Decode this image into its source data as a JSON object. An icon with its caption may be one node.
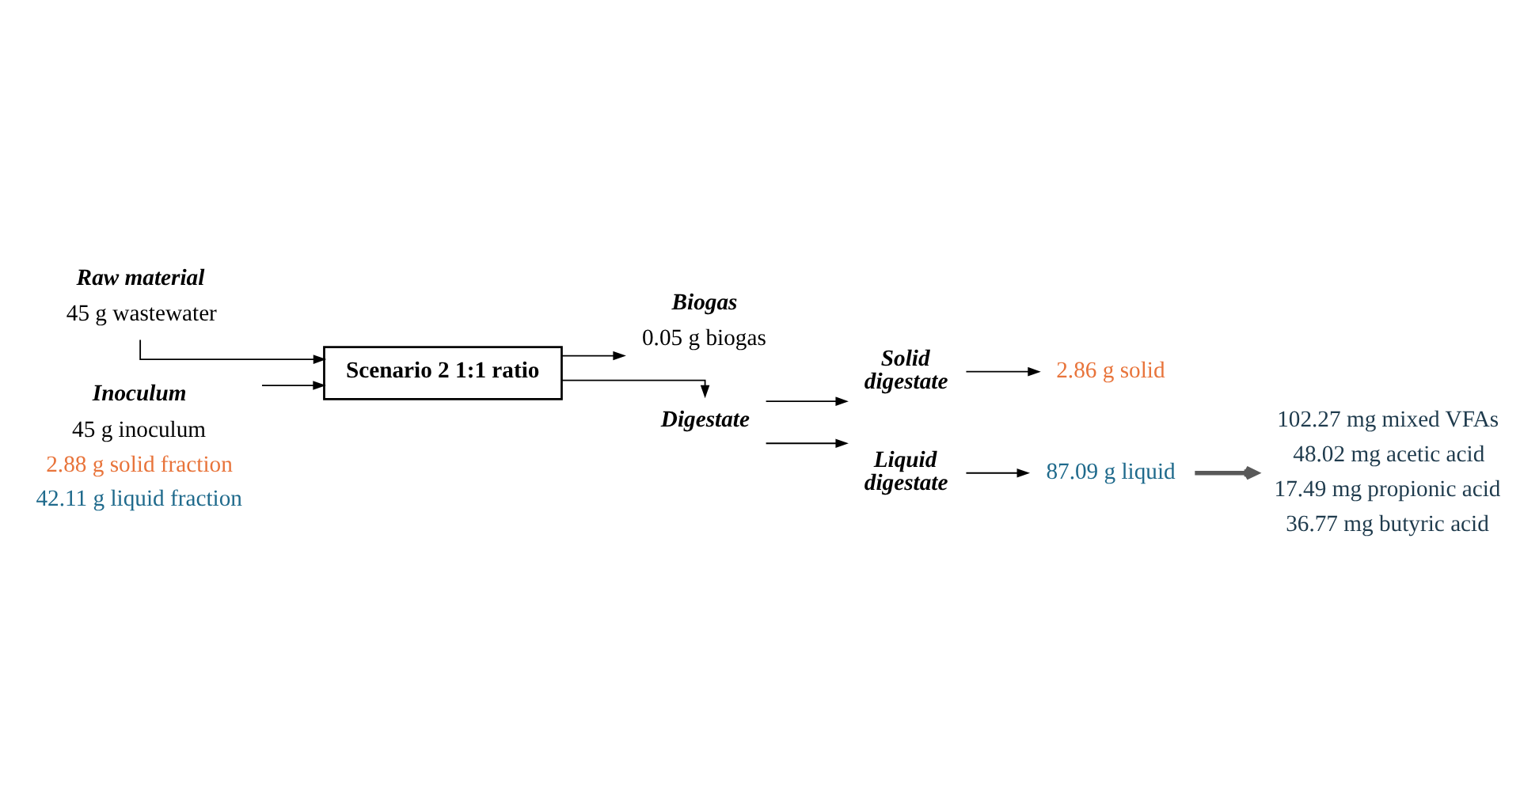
{
  "diagram": {
    "nodes": [
      {
        "text": [
          "Raw material",
          "45 g wastewater"
        ]
      },
      {
        "text": [
          "Inoculum",
          "45 g inoculum",
          "2.88 g solid fraction",
          "42.11 g liquid fraction"
        ]
      },
      {
        "text": [
          "Scenario 2 1:1 ratio"
        ]
      },
      {
        "text": [
          "Biogas",
          "0.05 g biogas"
        ]
      },
      {
        "text": [
          "Digestate"
        ]
      },
      {
        "text": [
          "Solid digestate"
        ]
      },
      {
        "text": [
          "Liquid digestate"
        ]
      },
      {
        "text": [
          "2.86 g solid"
        ]
      },
      {
        "text": [
          "87.09 g liquid"
        ]
      },
      {
        "text": [
          "102.27 mg mixed VFAs",
          "48.02 mg acetic acid",
          "17.49 mg propionic acid",
          "36.77 mg butyric acid"
        ]
      }
    ],
    "edges": [
      {
        "from": 0,
        "to": 2,
        "arrow": "to"
      },
      {
        "from": 1,
        "to": 2,
        "arrow": "to"
      },
      {
        "from": 2,
        "to": 3,
        "arrow": "to"
      },
      {
        "from": 2,
        "to": 4,
        "arrow": "to"
      },
      {
        "from": 4,
        "to": 5,
        "arrow": "to"
      },
      {
        "from": 4,
        "to": 6,
        "arrow": "to"
      },
      {
        "from": 5,
        "to": 7,
        "arrow": "to"
      },
      {
        "from": 6,
        "to": 8,
        "arrow": "to"
      },
      {
        "from": 8,
        "to": 9,
        "arrow": "to",
        "style": "thick",
        "color": "#595959"
      }
    ]
  }
}
